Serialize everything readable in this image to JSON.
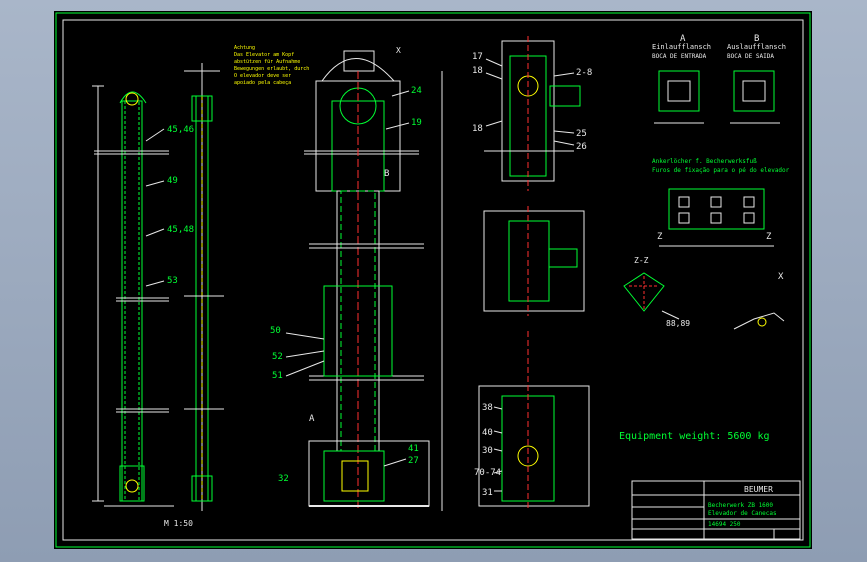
{
  "drawing": {
    "scale": "M 1:50",
    "weight_text": "Equipment weight: 5600 kg",
    "company": "BEUMER",
    "section_zz": "Z-Z",
    "section_x": "X",
    "callouts_white": [
      "17",
      "18",
      "18",
      "2-8",
      "25",
      "26",
      "38",
      "40",
      "30",
      "70-74",
      "31",
      "19",
      "24",
      "32",
      "41",
      "27",
      "50",
      "52",
      "51",
      "53",
      "45,46",
      "49",
      "45,48"
    ],
    "z_labels": [
      "Z",
      "Z"
    ],
    "a_label": "A",
    "b_label": "B",
    "dim_88": "88,89",
    "views": {
      "inlet_title": "Einlaufflansch",
      "inlet_sub": "BOCA DE ENTRADA",
      "outlet_title": "Auslaufflansch",
      "outlet_sub": "BOCA DE SAIDA",
      "view_a": "A",
      "view_b": "B",
      "foot_title": "Ankerlöcher f. Becherwerksfuß",
      "foot_sub": "Furos de fixação para o pé do elevador"
    },
    "notes_top": "Achtung\nDas Elevator am Kopf...",
    "title_block": {
      "line1": "Becherwerk ZB 1600",
      "line2": "Elevador de Canecas",
      "drawing_no": "14694 250"
    }
  }
}
